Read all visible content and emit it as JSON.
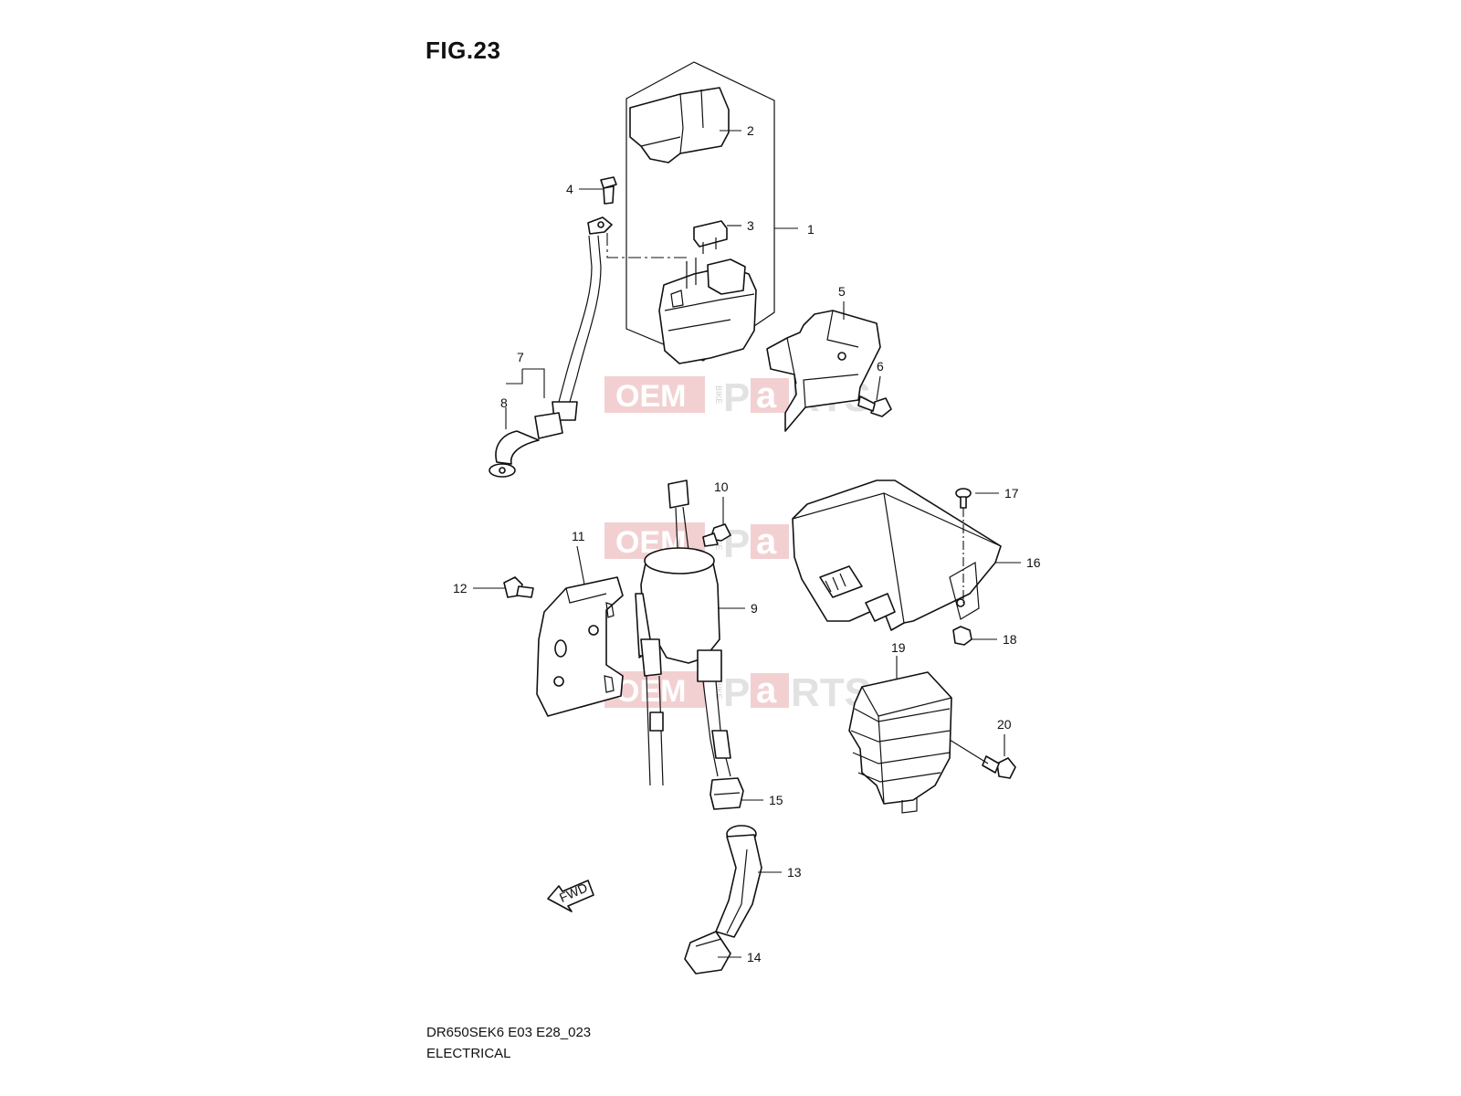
{
  "figure": {
    "title": "FIG.23",
    "code": "DR650SEK6 E03 E28_023",
    "name": "ELECTRICAL"
  },
  "callouts": [
    "1",
    "2",
    "3",
    "4",
    "5",
    "6",
    "7",
    "8",
    "9",
    "10",
    "11",
    "12",
    "13",
    "14",
    "15",
    "16",
    "17",
    "18",
    "19",
    "20"
  ],
  "watermark": {
    "brand": "OEM",
    "sub": "BIKE",
    "parts_p": "P",
    "parts_a": "a",
    "parts_rest": "RTS"
  },
  "fwd_marker": "FWD"
}
